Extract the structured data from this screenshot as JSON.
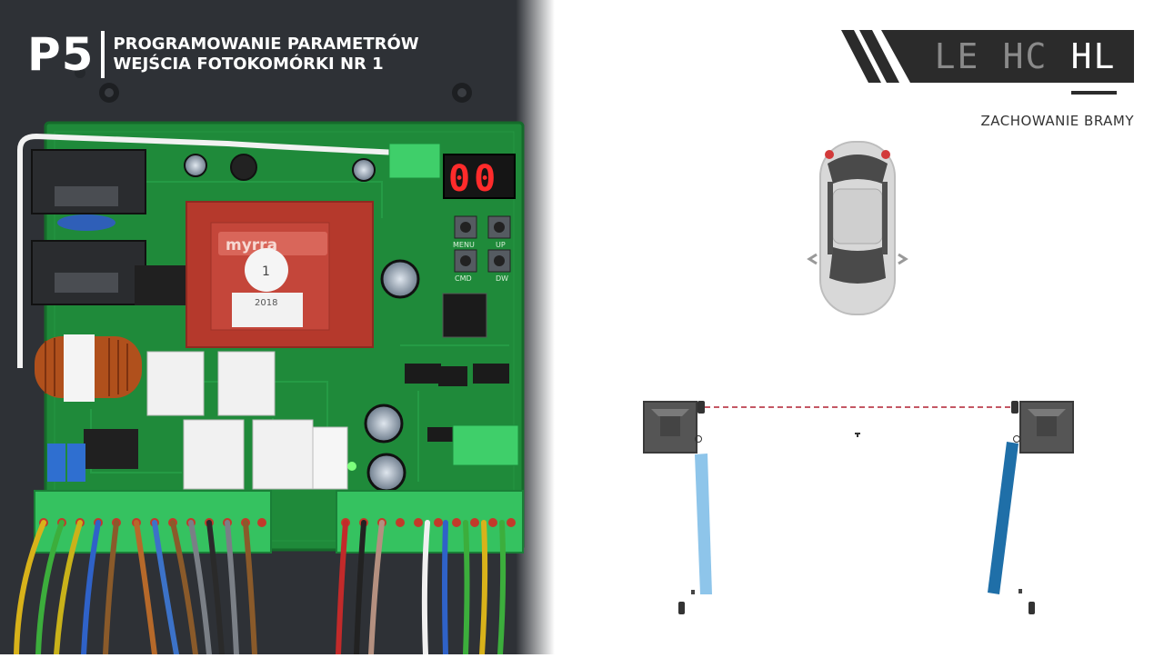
{
  "header": {
    "step": "P5",
    "title_line1": "PROGRAMOWANIE PARAMETRÓW",
    "title_line2": "WEJŚCIA FOTOKOMÓRKI NR 1"
  },
  "logo": {
    "segments": [
      "LE",
      "HC",
      "HL"
    ],
    "active_segment": "HL"
  },
  "board": {
    "brand": "myrra",
    "display_value": "00",
    "label_number": "1",
    "label_year": "2018",
    "buttons": [
      "MENU",
      "UP",
      "CMD",
      "DW"
    ]
  },
  "behavior_label": "ZACHOWANIE BRAMY",
  "colors": {
    "background": "#ffffff",
    "panel_dark": "#2e3136",
    "pcb_green": "#1f8a3a",
    "transformer_red": "#b5392c",
    "display_red": "#ff2b2b",
    "gate_left": "#8ec5ea",
    "gate_right": "#1f6fa8",
    "photocell_beam": "#b02030",
    "logo_dark": "#2b2b2b"
  }
}
